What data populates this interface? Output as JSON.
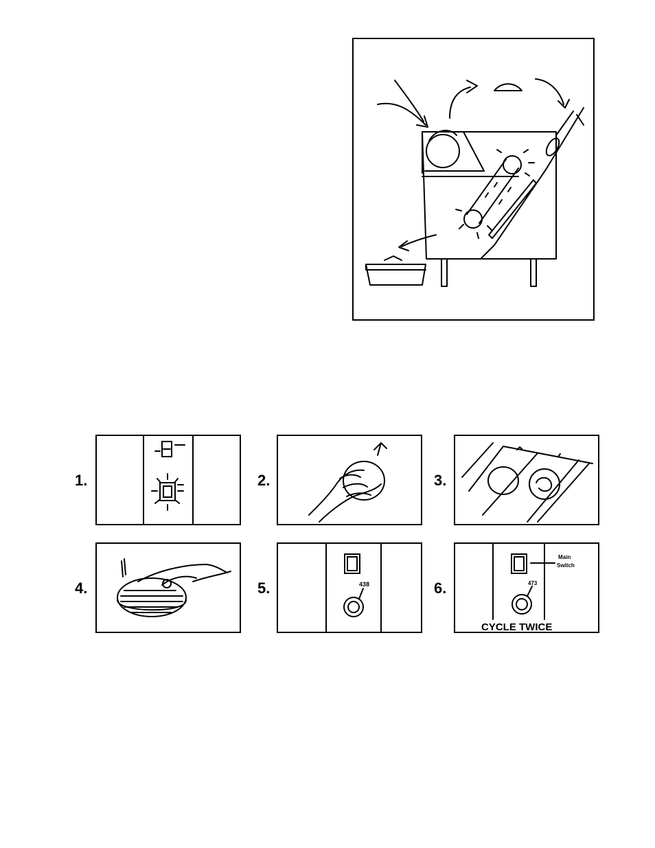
{
  "steps": [
    {
      "number": "1."
    },
    {
      "number": "2."
    },
    {
      "number": "3."
    },
    {
      "number": "4."
    },
    {
      "number": "5.",
      "button_label": "438"
    },
    {
      "number": "6.",
      "button_label": "473",
      "main_switch_label_line1": "Main",
      "main_switch_label_line2": "Switch",
      "caption": "CYCLE TWICE"
    }
  ]
}
